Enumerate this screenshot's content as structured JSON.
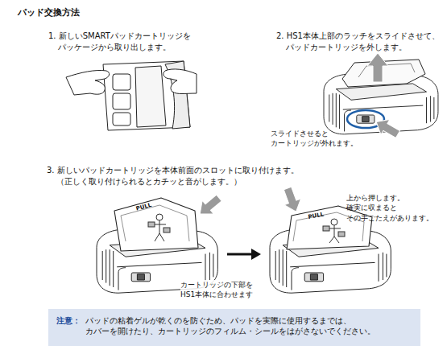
{
  "diagram": {
    "title": "パッド交換方法",
    "nodes": [
      {
        "text": [
          "注意：",
          "パッドの粘着ゲルが乾くのを防ぐため、パッドを実際に使用するまでは、 カバーを開けたり、カートリッジのフィルム・シールをはがさないでください。"
        ]
      }
    ],
    "labels": [
      "1. 新しいSMARTパッドカートリッジを パッケージから取り出します。",
      "2. HS1本体上部のラッチをスライドさせて、 パッドカートリッジを外します。",
      "スライドさせると カートリッジが外れます。",
      "3. 新しいパッドカートリッジを本体前面のスロットに取り付けます。 （正しく取り付けられるとカチッと音がします。）",
      "PULL",
      "カートリッジの下部を HS1本体に合わせます",
      "上から押します。 確実に収まると その手ごたえがあります。",
      "PULL"
    ]
  }
}
